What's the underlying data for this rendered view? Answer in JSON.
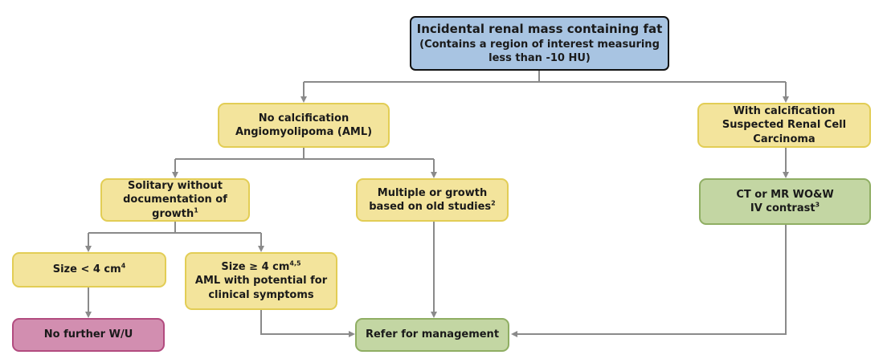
{
  "nodes": {
    "root": {
      "title": "Incidental renal mass containing fat",
      "line2": "(Contains a region of interest measuring",
      "line3": "less than -10 HU)"
    },
    "no_calc": {
      "line1": "No calcification",
      "line2": "Angiomyolipoma (AML)"
    },
    "with_calc": {
      "line1": "With calcification",
      "line2": "Suspected Renal Cell Carcinoma"
    },
    "solitary": {
      "line1": "Solitary without",
      "line2": "documentation of growth",
      "sup": "1"
    },
    "multiple": {
      "line1": "Multiple or growth",
      "line2": "based on old studies",
      "sup": "2"
    },
    "ct_mr": {
      "line1": "CT or MR WO&W",
      "line2": "IV contrast",
      "sup": "3"
    },
    "size_small": {
      "line1": "Size < 4 cm",
      "sup": "4"
    },
    "size_large": {
      "line1": "Size ≥ 4 cm",
      "sup": "4,5",
      "line2": "AML with potential for",
      "line3": "clinical symptoms"
    },
    "no_further": {
      "line1": "No further W/U"
    },
    "refer": {
      "line1": "Refer for management"
    }
  },
  "colors": {
    "connector": "#8a8a8a",
    "yellow": "#f3e49c",
    "green": "#c3d6a3",
    "pink": "#d28eb0",
    "blue": "#a8c4e2"
  }
}
